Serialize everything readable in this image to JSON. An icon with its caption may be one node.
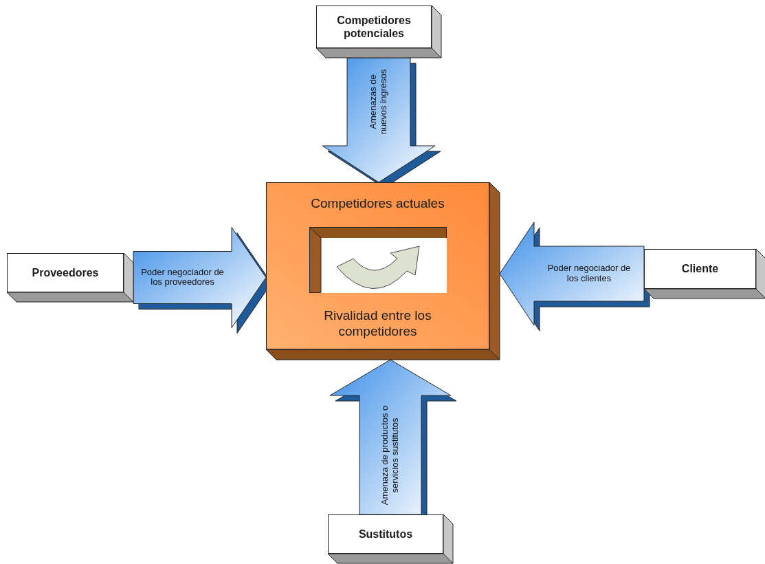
{
  "diagram": {
    "nodes": [
      {
        "text": [
          "Competidores potenciales"
        ]
      },
      {
        "text": [
          "Proveedores"
        ]
      },
      {
        "text": [
          "Competidores actuales",
          "Rivalidad entre los competidores"
        ]
      },
      {
        "text": [
          "Cliente"
        ]
      },
      {
        "text": [
          "Sustitutos"
        ]
      }
    ],
    "edges": [
      {
        "from": 0,
        "to": 2,
        "arrow": "to",
        "label": "Amenazas de nuevos ingresos"
      },
      {
        "from": 1,
        "to": 2,
        "arrow": "to",
        "label": "Poder negociador de los proveedores"
      },
      {
        "from": 3,
        "to": 2,
        "arrow": "to",
        "label": "Poder negociador de los clientes"
      },
      {
        "from": 4,
        "to": 2,
        "arrow": "to",
        "label": "Amenaza de productos o servicios sustitutos"
      }
    ]
  }
}
